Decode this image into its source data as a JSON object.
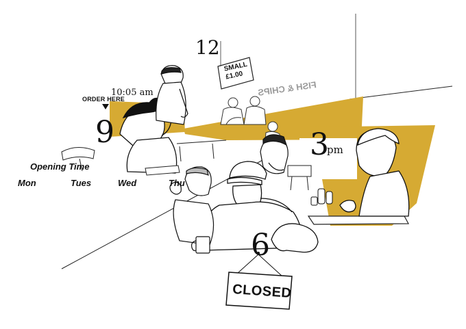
{
  "clock": {
    "twelve": "12",
    "time_label": "10:05 am",
    "nine": "9",
    "three": "3",
    "pm": "pm",
    "six": "6"
  },
  "order_sign": "ORDER HERE",
  "opening_times": {
    "heading": "Opening Time",
    "days": [
      "Mon",
      "Tues",
      "Wed",
      "Thu"
    ]
  },
  "menu_sign": {
    "line1": "SMALL",
    "line2": "£1.00"
  },
  "window_text": "FISH & CHIPS",
  "closed_sign": "CLOSED",
  "colors": {
    "accent": "#d6aa33",
    "ink": "#111111",
    "background": "#ffffff"
  }
}
